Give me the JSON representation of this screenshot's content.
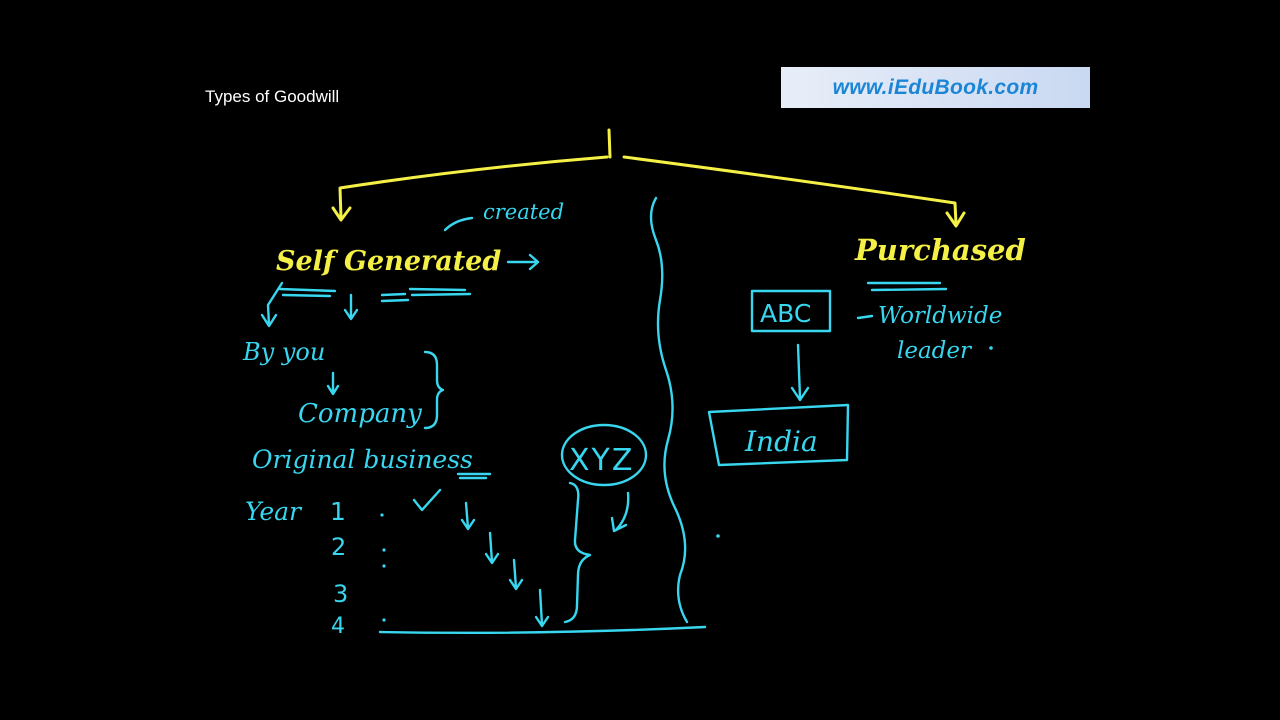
{
  "slide": {
    "title": "Types of Goodwill",
    "brand": "www.iEduBook.com"
  },
  "colors": {
    "background": "#000000",
    "yellow_ink": "#f4f046",
    "cyan_ink": "#38d6ef",
    "brand_text": "#1b86d6",
    "brand_box": "#d6e2f6"
  },
  "board": {
    "self_generated": "Self Generated",
    "created": "created",
    "purchased": "Purchased",
    "by_you": "By you",
    "company": "Company",
    "original_business": "Original business",
    "year": "Year",
    "year_numbers": [
      "1",
      "2",
      "3",
      "4"
    ],
    "xyz": "XYZ",
    "abc": "ABC",
    "worldwide": "Worldwide",
    "leader": "leader",
    "india": "India"
  }
}
